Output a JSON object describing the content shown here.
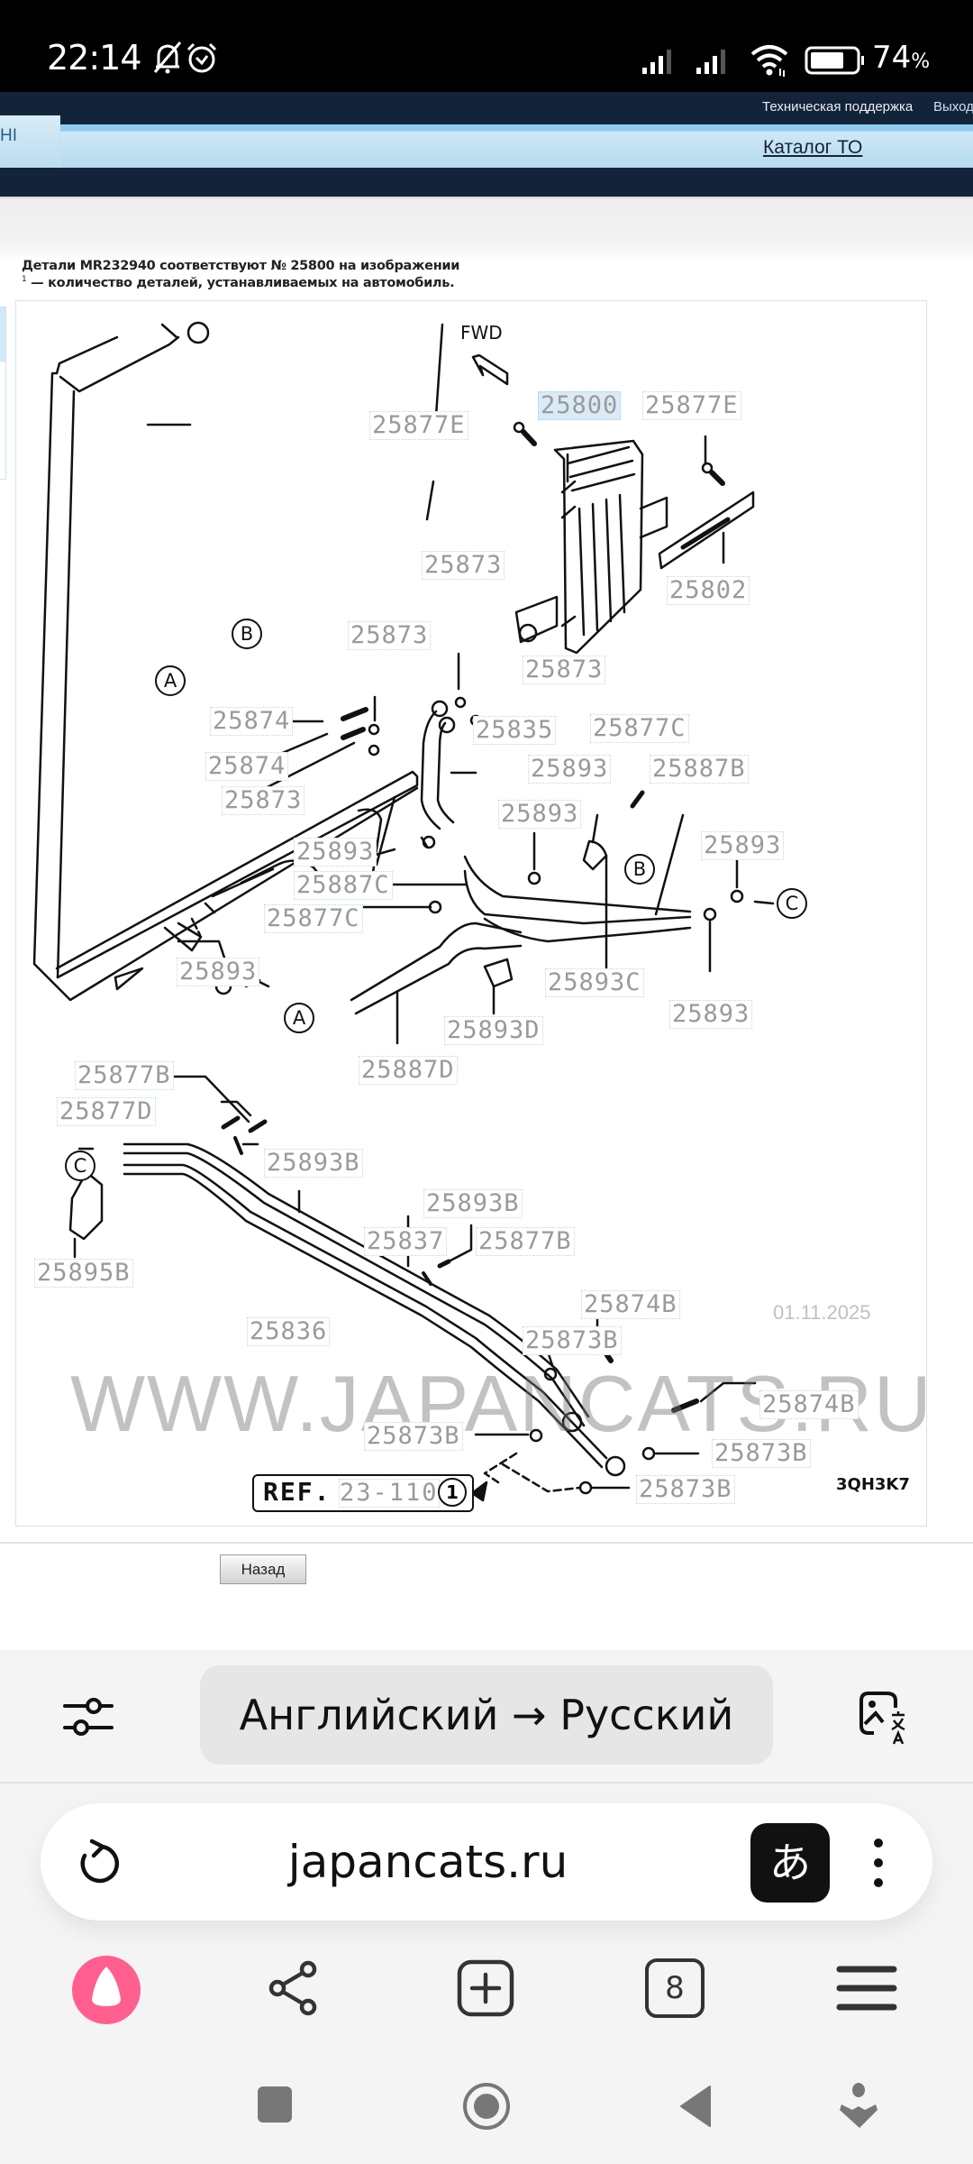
{
  "status_bar": {
    "time": "22:14",
    "battery_percent": "74",
    "battery_symbol": "%",
    "battery_level": 0.74,
    "icons": [
      "notifications-muted-icon",
      "alarm-icon",
      "signal-1-icon",
      "signal-2-icon",
      "wifi-icon",
      "battery-icon"
    ]
  },
  "site_header": {
    "support_link": "Техническая поддержка",
    "logout_link": "Выход",
    "nav_tab_fragment": "НІ",
    "catalog_link": "Каталог ТО"
  },
  "info": {
    "line1": "Детали MR232940 соответствуют № 25800 на изображении",
    "footnote_mark": "1",
    "line2": " — количество деталей, устанавливаемых на автомобиль."
  },
  "diagram": {
    "fwd_label": "FWD",
    "highlighted_part": "25800",
    "callouts": [
      {
        "id": "c1",
        "text": "25877E"
      },
      {
        "id": "c2",
        "text": "25800"
      },
      {
        "id": "c3",
        "text": "25877E"
      },
      {
        "id": "c4",
        "text": "25873"
      },
      {
        "id": "c5",
        "text": "25802"
      },
      {
        "id": "c6",
        "text": "25873"
      },
      {
        "id": "c7",
        "text": "25873"
      },
      {
        "id": "c8",
        "text": "25874"
      },
      {
        "id": "c9",
        "text": "25835"
      },
      {
        "id": "c10",
        "text": "25877C"
      },
      {
        "id": "c11",
        "text": "25874"
      },
      {
        "id": "c12",
        "text": "25893"
      },
      {
        "id": "c13",
        "text": "25887B"
      },
      {
        "id": "c14",
        "text": "25873"
      },
      {
        "id": "c15",
        "text": "25893"
      },
      {
        "id": "c16",
        "text": "25893"
      },
      {
        "id": "c17",
        "text": "25893"
      },
      {
        "id": "c18",
        "text": "25887C"
      },
      {
        "id": "c19",
        "text": "25877C"
      },
      {
        "id": "c20",
        "text": "25893"
      },
      {
        "id": "c21",
        "text": "25893C"
      },
      {
        "id": "c22",
        "text": "25893"
      },
      {
        "id": "c23",
        "text": "25893D"
      },
      {
        "id": "c24",
        "text": "25887D"
      },
      {
        "id": "c25",
        "text": "25877B"
      },
      {
        "id": "c26",
        "text": "25877D"
      },
      {
        "id": "c27",
        "text": "25893B"
      },
      {
        "id": "c28",
        "text": "25893B"
      },
      {
        "id": "c29",
        "text": "25837"
      },
      {
        "id": "c30",
        "text": "25877B"
      },
      {
        "id": "c31",
        "text": "25895B"
      },
      {
        "id": "c32",
        "text": "25874B"
      },
      {
        "id": "c33",
        "text": "25836"
      },
      {
        "id": "c34",
        "text": "25873B"
      },
      {
        "id": "c35",
        "text": "25874B"
      },
      {
        "id": "c36",
        "text": "25873B"
      },
      {
        "id": "c37",
        "text": "25873B"
      },
      {
        "id": "c38",
        "text": "25873B"
      }
    ],
    "markers": {
      "a1": "A",
      "a2": "A",
      "b1": "B",
      "b2": "B",
      "c1": "C",
      "c2": "C"
    },
    "ref_prefix": "REF.",
    "ref_number": "23-110",
    "ref_circle": "1",
    "drawing_code": "3QH3K7",
    "watermark_site": "WWW.JAPANCATS.RU",
    "watermark_date": "01.11.2025"
  },
  "back_button": "Назад",
  "translate_bar": {
    "languages": "Английский → Русский"
  },
  "url_bar": {
    "url": "japancats.ru",
    "translate_glyph": "あ"
  },
  "toolbar": {
    "tabs_count": "8"
  },
  "colors": {
    "navy": "#13233a",
    "nav_light_blue": "#cfe8f6",
    "alice_pink": "#ff5f8f",
    "highlight": "#d9ebf7"
  }
}
